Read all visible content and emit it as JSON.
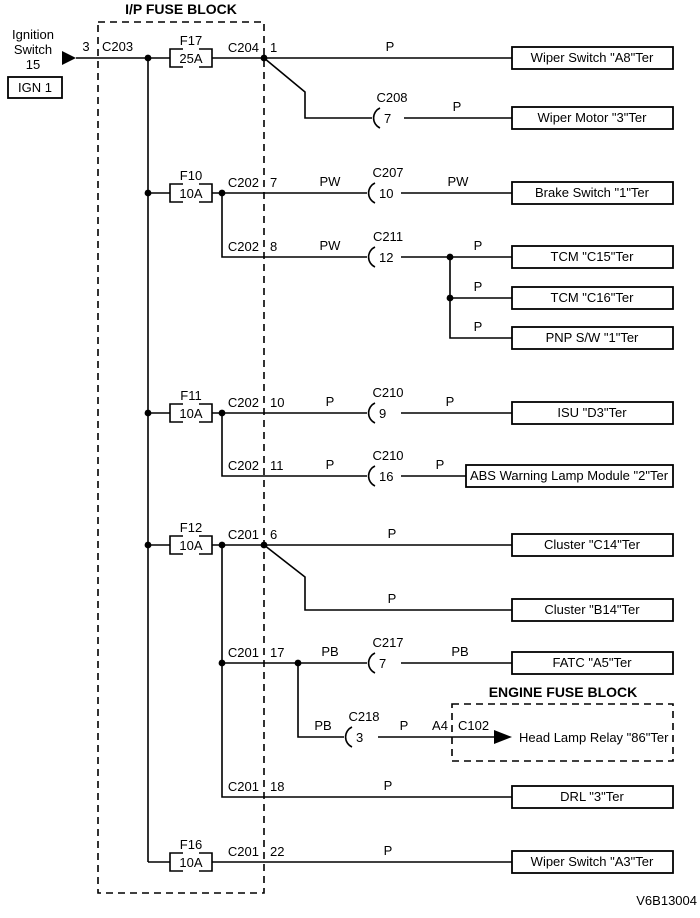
{
  "blocks": {
    "ip_title": "I/P FUSE BLOCK",
    "engine_title": "ENGINE FUSE BLOCK"
  },
  "source": {
    "name1": "Ignition",
    "name2": "Switch",
    "name3": "15",
    "badge": "IGN 1",
    "pin": "3",
    "connector": "C203"
  },
  "fuses": {
    "f17": {
      "name": "F17",
      "rating": "25A"
    },
    "f10": {
      "name": "F10",
      "rating": "10A"
    },
    "f11": {
      "name": "F11",
      "rating": "10A"
    },
    "f12": {
      "name": "F12",
      "rating": "10A"
    },
    "f16": {
      "name": "F16",
      "rating": "10A"
    }
  },
  "rows": {
    "wiper_a8": {
      "conn": "C204",
      "pin": "1",
      "color": "P",
      "target": "Wiper Switch \"A8\"Ter"
    },
    "wiper_motor": {
      "conn": "C208",
      "cpin": "7",
      "color": "P",
      "target": "Wiper Motor \"3\"Ter"
    },
    "brake": {
      "conn_out": "C202",
      "pin": "7",
      "color1": "PW",
      "conn": "C207",
      "cpin": "10",
      "color2": "PW",
      "target": "Brake Switch \"1\"Ter"
    },
    "tcm_feed": {
      "conn_out": "C202",
      "pin": "8",
      "color": "PW",
      "conn": "C211",
      "cpin": "12"
    },
    "tcm_c15": {
      "color": "P",
      "target": "TCM \"C15\"Ter"
    },
    "tcm_c16": {
      "color": "P",
      "target": "TCM \"C16\"Ter"
    },
    "pnp": {
      "color": "P",
      "target": "PNP S/W \"1\"Ter"
    },
    "isu": {
      "conn_out": "C202",
      "pin": "10",
      "color1": "P",
      "conn": "C210",
      "cpin": "9",
      "color2": "P",
      "target": "ISU \"D3\"Ter"
    },
    "abs": {
      "conn_out": "C202",
      "pin": "11",
      "color1": "P",
      "conn": "C210",
      "cpin": "16",
      "color2": "P",
      "target": "ABS Warning Lamp Module \"2\"Ter"
    },
    "cluster_c14": {
      "conn_out": "C201",
      "pin": "6",
      "color": "P",
      "target": "Cluster \"C14\"Ter"
    },
    "cluster_b14": {
      "color": "P",
      "target": "Cluster \"B14\"Ter"
    },
    "fatc": {
      "conn_out": "C201",
      "pin": "17",
      "color1": "PB",
      "conn": "C217",
      "cpin": "7",
      "color2": "PB",
      "target": "FATC \"A5\"Ter"
    },
    "head_lamp": {
      "color1": "PB",
      "conn": "C218",
      "cpin": "3",
      "color2": "P",
      "pin_out": "A4",
      "conn2": "C102",
      "target": "Head Lamp Relay \"86\"Ter"
    },
    "drl": {
      "conn_out": "C201",
      "pin": "18",
      "color": "P",
      "target": "DRL \"3\"Ter"
    },
    "wiper_a3": {
      "conn_out": "C201",
      "pin": "22",
      "color": "P",
      "target": "Wiper Switch \"A3\"Ter"
    }
  },
  "footer": {
    "doc_id": "V6B13004"
  }
}
